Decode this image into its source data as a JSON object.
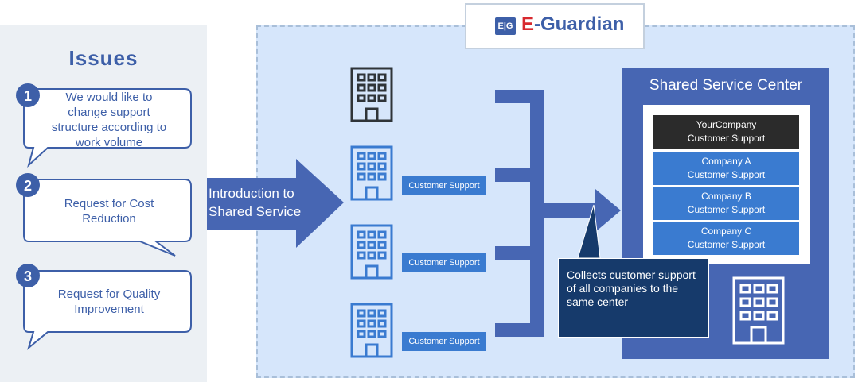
{
  "issues": {
    "title": "Issues",
    "items": [
      {
        "number": "1",
        "text": "We would like to change support structure according to work volume"
      },
      {
        "number": "2",
        "text": "Request for Cost Reduction"
      },
      {
        "number": "3",
        "text": "Request for Quality Improvement"
      }
    ]
  },
  "logo": {
    "mark": "E|G",
    "first_letter": "E",
    "rest": "-Guardian"
  },
  "arrow_label": "Introduction to Shared Service",
  "companies": [
    {
      "label": ""
    },
    {
      "label": "Customer Support"
    },
    {
      "label": "Customer Support"
    },
    {
      "label": "Customer Support"
    }
  ],
  "ssc": {
    "title": "Shared Service Center",
    "rows": [
      {
        "line1": "YourCompany",
        "line2": "Customer Support"
      },
      {
        "line1": "Company A",
        "line2": "Customer Support"
      },
      {
        "line1": "Company B",
        "line2": "Customer Support"
      },
      {
        "line1": "Company C",
        "line2": "Customer Support"
      }
    ]
  },
  "callout": "Collects customer support of all companies to the same center",
  "colors": {
    "accent": "#3d5fa8",
    "panel_bg": "#ecf0f4",
    "main_bg": "#d6e6fb",
    "your_company": "#2b2b2b",
    "company_rows": "#3a7bd0",
    "callout_bg": "#163a6b",
    "building_dark": "#2f3438",
    "building_blue": "#3a7bd0"
  }
}
